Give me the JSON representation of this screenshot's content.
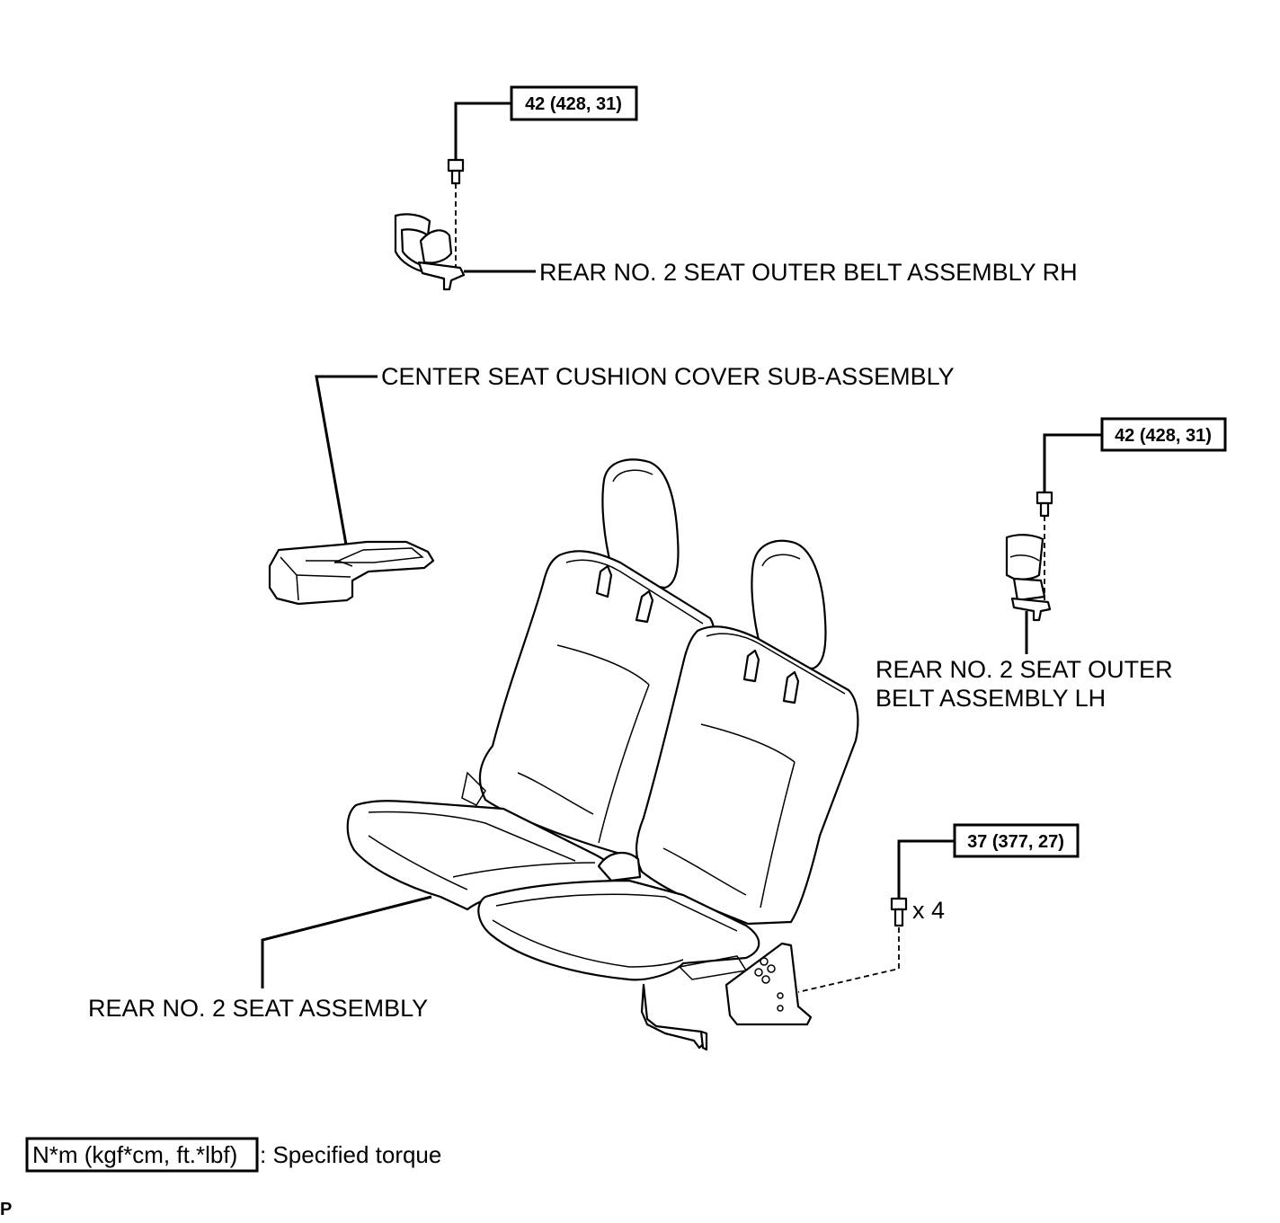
{
  "labels": {
    "belt_rh": "REAR NO. 2 SEAT OUTER BELT ASSEMBLY RH",
    "cushion_cover": "CENTER SEAT CUSHION COVER SUB-ASSEMBLY",
    "belt_lh_line1": "REAR NO. 2 SEAT OUTER",
    "belt_lh_line2": "BELT ASSEMBLY LH",
    "seat_assembly": "REAR NO. 2 SEAT ASSEMBLY",
    "bolt_qty": "x 4"
  },
  "torques": {
    "belt_rh": "42 (428, 31)",
    "belt_lh": "42 (428, 31)",
    "seat": "37 (377, 27)"
  },
  "legend": {
    "unit": "N*m (kgf*cm, ft.*lbf)",
    "text": ": Specified torque"
  },
  "corner_mark": "P"
}
